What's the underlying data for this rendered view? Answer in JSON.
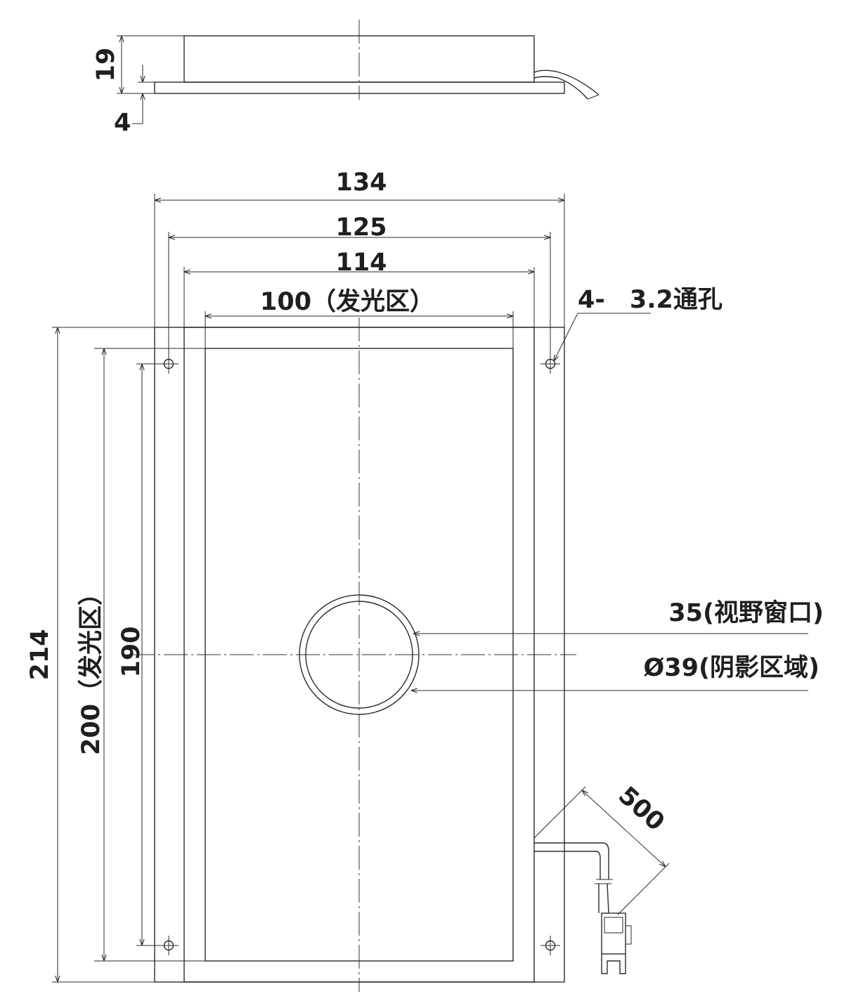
{
  "side_view": {
    "dim_height": "19",
    "dim_base": "4"
  },
  "top_view": {
    "dim_width_outer": "134",
    "dim_hole_pitch_x": "125",
    "dim_width_inner": "114",
    "dim_emit_width": "100（发光区）",
    "dim_height_outer": "214",
    "dim_emit_height": "200（发光区）",
    "dim_hole_pitch_y": "190",
    "hole_callout": "4-　3.2通孔",
    "window_label": "35(视野窗口)",
    "shadow_label": "Ø39(阴影区域)",
    "cable_length": "500"
  }
}
